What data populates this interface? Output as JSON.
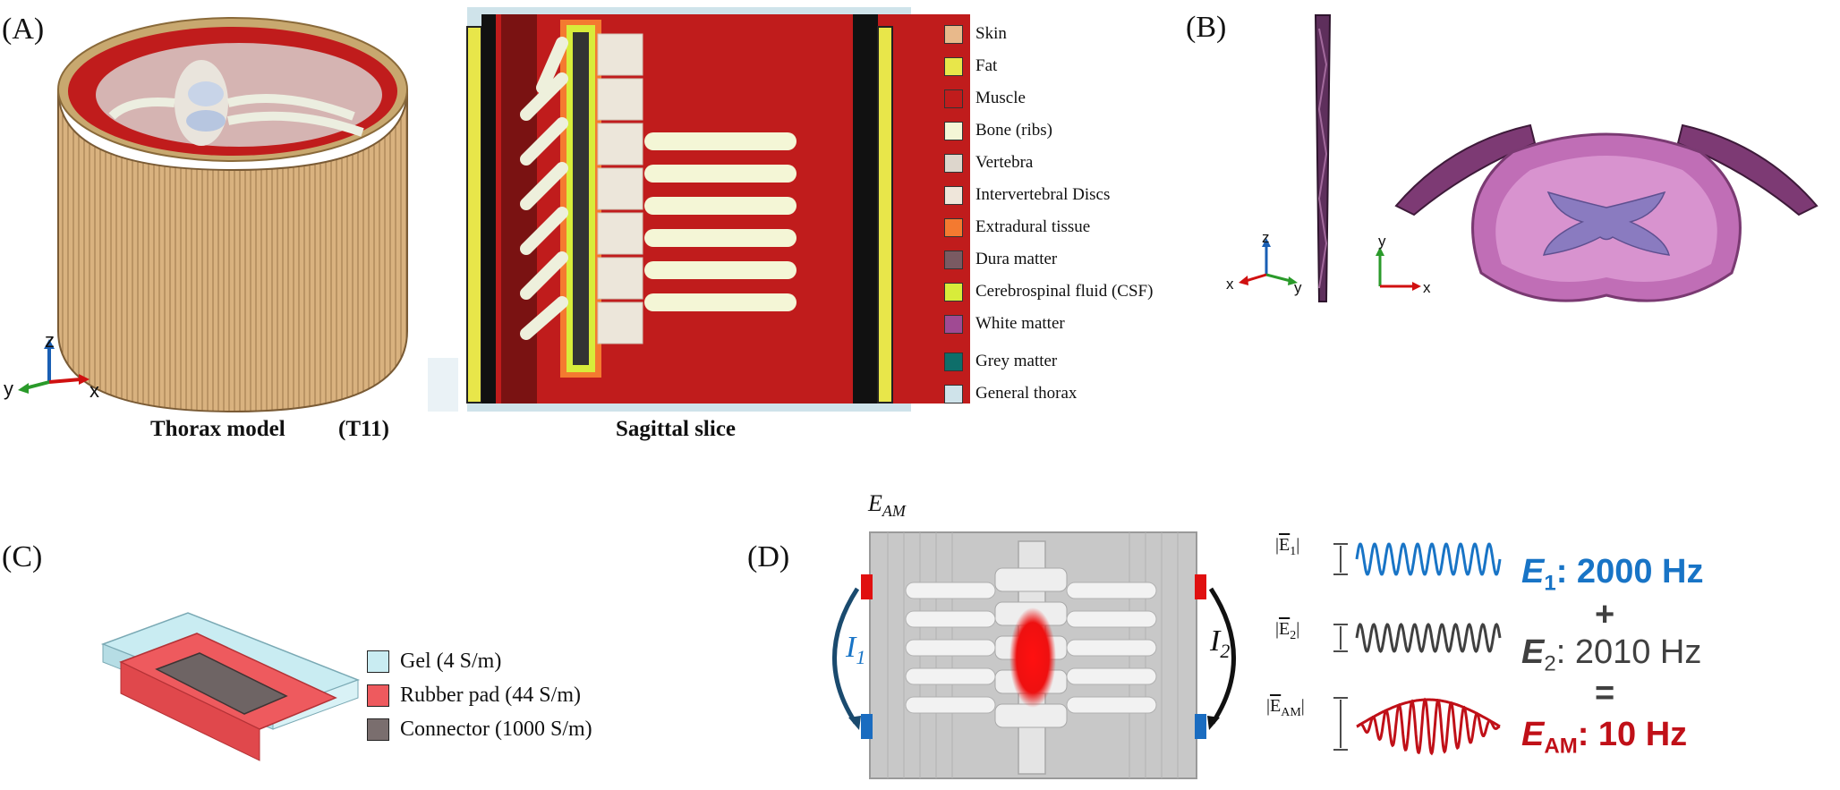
{
  "panels": {
    "a": {
      "letter": "(A)",
      "caption_left_1": "Thorax model",
      "caption_left_2": "(T11)",
      "caption_right": "Sagittal slice",
      "axes_left": {
        "z": "z",
        "y": "y",
        "x": "x"
      },
      "legend": [
        {
          "label": "Skin",
          "color": "#e8b98b"
        },
        {
          "label": "Fat",
          "color": "#e8e64a"
        },
        {
          "label": "Muscle",
          "color": "#c01c1c"
        },
        {
          "label": "Bone (ribs)",
          "color": "#f4f6d6"
        },
        {
          "label": "Vertebra",
          "color": "#ddd6cc"
        },
        {
          "label": "Intervertebral Discs",
          "color": "#efe6da"
        },
        {
          "label": "Extradural tissue",
          "color": "#f47a30"
        },
        {
          "label": "Dura matter",
          "color": "#7a5a62"
        },
        {
          "label": "Cerebrospinal fluid (CSF)",
          "color": "#d8ec3a"
        },
        {
          "label": "White matter",
          "color": "#a04a93"
        },
        {
          "label": "Grey matter",
          "color": "#0e6e6a"
        },
        {
          "label": "General thorax",
          "color": "#cfe3ea"
        }
      ]
    },
    "b": {
      "letter": "(B)",
      "axes_left": {
        "z": "z",
        "x": "x",
        "y": "y"
      },
      "axes_right": {
        "y": "y",
        "x": "x"
      }
    },
    "c": {
      "letter": "(C)",
      "legend": [
        {
          "label": "Gel (4 S/m)",
          "color": "#c9ecf2"
        },
        {
          "label": "Rubber pad (44 S/m)",
          "color": "#ee5a5e"
        },
        {
          "label": "Connector (1000 S/m)",
          "color": "#7a6e6e"
        }
      ]
    },
    "d": {
      "letter": "(D)",
      "eam_label_base": "E",
      "eam_label_sub": "AM",
      "i1_base": "I",
      "i1_sub": "1",
      "i2_base": "I",
      "i2_sub": "2",
      "field_labels": [
        {
          "base": "E",
          "sub": "1"
        },
        {
          "base": "E",
          "sub": "2"
        },
        {
          "base": "E",
          "sub": "AM"
        }
      ],
      "eq1_var": "E",
      "eq1_sub": "1",
      "eq1_val": ": 2000 Hz",
      "plus": "+",
      "eq2_var": "E",
      "eq2_sub": "2",
      "eq2_val": ": 2010 Hz",
      "equals": "=",
      "eq3_var": "E",
      "eq3_sub": "AM",
      "eq3_val": ": 10 Hz",
      "colors": {
        "e1": "#1874c6",
        "e2": "#404040",
        "eam": "#c01018"
      }
    }
  }
}
